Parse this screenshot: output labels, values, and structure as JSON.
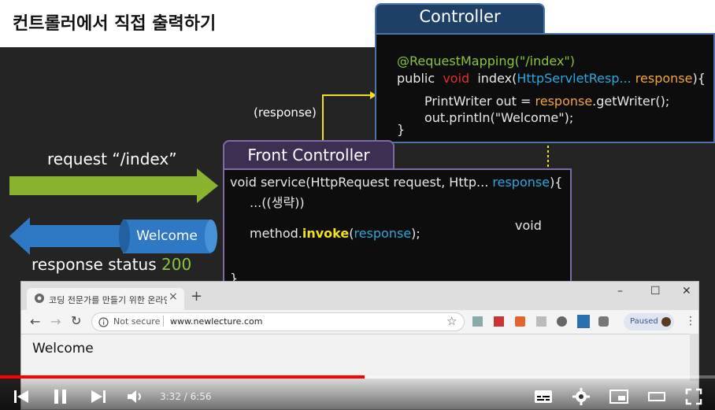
{
  "slide": {
    "title": "컨트롤러에서 직접 출력하기",
    "controller": {
      "title": "Controller",
      "lines": {
        "annotation": "@RequestMapping(\"/index\")",
        "public_kw": "public",
        "void_kw": "void",
        "method_name": "index(",
        "param_type": "HttpServletResp...",
        "param_name": "response",
        "brace": "){",
        "writer_a": "PrintWriter out = ",
        "writer_b": "response",
        "writer_c": ".getWriter();",
        "println": "out.println(\"Welcome\");",
        "close": "}"
      }
    },
    "front_controller": {
      "title": "Front Controller",
      "lines": {
        "service_a": "void service(HttpRequest request, Http... ",
        "service_b": "response",
        "service_c": "){",
        "omitted": "...((생략))",
        "invoke_a": "method.",
        "invoke_b": "invoke",
        "invoke_c": "(",
        "invoke_d": "response",
        "invoke_e": ");",
        "close": "}"
      },
      "void_label": "void"
    },
    "response_label": "(response)",
    "request_label": "request “/index”",
    "welcome_cylinder": "Welcome",
    "status_label": "response status ",
    "status_code": "200",
    "colors": {
      "request_arrow": "#8ab42f",
      "response_arrow": "#2f78c4",
      "dotted_yellow": "#f0e020",
      "controller_border": "#4d74a8",
      "front_border": "#7f6aa6"
    }
  },
  "browser": {
    "tab_title": "코딩 전문가를 만들기 위한 온라인 강의",
    "new_tab": "+",
    "window_controls": {
      "minimize": "–",
      "maximize": "☐",
      "close": "✕"
    },
    "not_secure": "Not secure",
    "url": "www.newlecture.com",
    "paused_label": "Paused",
    "page_content": "Welcome",
    "icons": [
      "back-icon",
      "forward-icon",
      "reload-icon",
      "info-icon",
      "star-icon",
      "extension-icons",
      "menu-icon"
    ]
  },
  "player": {
    "time": "3:32 / 6:56",
    "progress_fraction": 0.51,
    "icons": [
      "previous-icon",
      "pause-icon",
      "next-icon",
      "volume-icon",
      "subtitles-icon",
      "settings-icon",
      "miniplayer-icon",
      "theater-icon",
      "fullscreen-icon"
    ]
  }
}
